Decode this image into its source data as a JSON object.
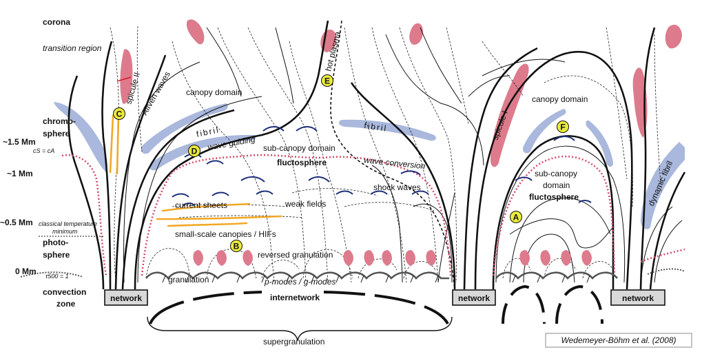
{
  "left_labels": {
    "corona": "corona",
    "transition_region": "transition region",
    "chromosphere_1": "chromo-",
    "chromosphere_2": "sphere",
    "h15": "~1.5 Mm",
    "h1": "~1 Mm",
    "h05": "~0.5 Mm",
    "classical_temp_1": "classical temperature",
    "classical_temp_2": "minimum",
    "photosphere_1": "photo-",
    "photosphere_2": "sphere",
    "h0": "0 Mm",
    "tau": "τ500 = 1",
    "convection_1": "convection",
    "convection_2": "zone",
    "cs_ca": "cS = cA"
  },
  "region_labels": {
    "spicule_ii": "spicule II",
    "alfven": "Alfvén waves",
    "canopy_left": "canopy domain",
    "fibril_left": "fibril",
    "wave_guiding": "wave guiding",
    "hot_plasma": "hot plasma",
    "sub_canopy_left": "sub-canopy domain",
    "fluctosphere_left": "fluctosphere",
    "wave_conversion": "wave conversion",
    "fibril_mid": "fibril",
    "shock_waves": "shock waves",
    "weak_fields": "weak fields",
    "current_sheets": "current sheets",
    "small_scale": "small-scale canopies  /  HIFs",
    "reversed_granulation": "reversed granulation",
    "granulation": "granulation",
    "pg_modes": "p-modes / g-modes",
    "internetwork": "internetwork",
    "supergranulation": "supergranulation",
    "spicule_i": "spicule I",
    "canopy_right": "canopy domain",
    "sub_canopy_right_1": "sub-canopy",
    "sub_canopy_right_2": "domain",
    "fluctosphere_right": "fluctosphere",
    "dynamic_fibril": "dynamic fibril"
  },
  "markers": [
    "A",
    "B",
    "C",
    "D",
    "E",
    "F"
  ],
  "network_boxes": [
    "network",
    "network",
    "network"
  ],
  "credit": "Wedemeyer-Böhm et al. (2008)",
  "colors": {
    "fibril": "#a9b8dc",
    "spicule": "#dd7b8c",
    "current_sheet": "#f2a825",
    "shock_arc": "#1c2f7a",
    "marker_fill": "#eaea3a",
    "dotted_pink": "#d24d6a",
    "network_box": "#d9d9d9"
  }
}
